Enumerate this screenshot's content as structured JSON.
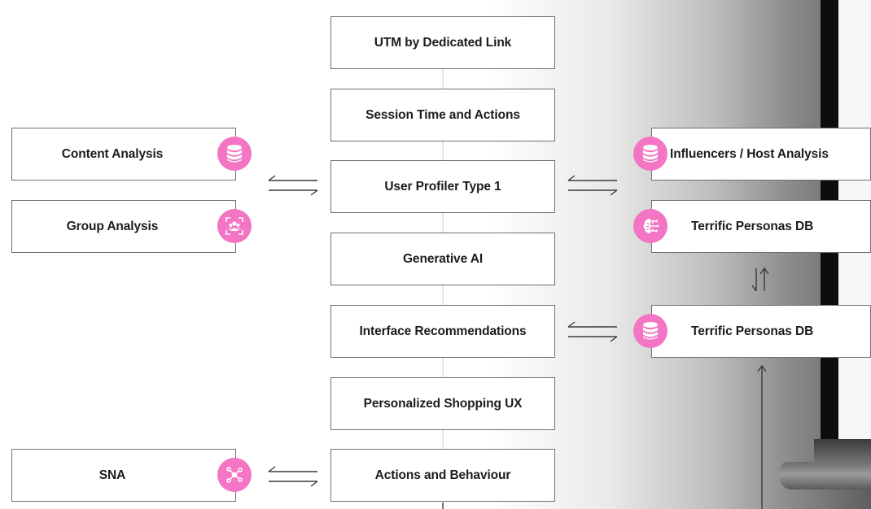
{
  "diagram": {
    "center_column": [
      "UTM by Dedicated Link",
      "Session Time and Actions",
      "User Profiler Type 1",
      "Generative AI",
      "Interface Recommendations",
      "Personalized Shopping UX",
      "Actions and Behaviour"
    ],
    "left_column": [
      "Content Analysis",
      "Group Analysis",
      "SNA"
    ],
    "right_column": [
      "Influencers / Host Analysis",
      "Terrific Personas DB",
      "Terrific Personas DB"
    ],
    "icons": [
      "database-icon",
      "group-focus-icon",
      "network-icon",
      "database-icon",
      "brain-circuit-icon",
      "database-icon"
    ],
    "colors": {
      "icon_badge": "#f375c4",
      "box_border": "#6f6f6f",
      "text": "#1c1c1c"
    }
  }
}
